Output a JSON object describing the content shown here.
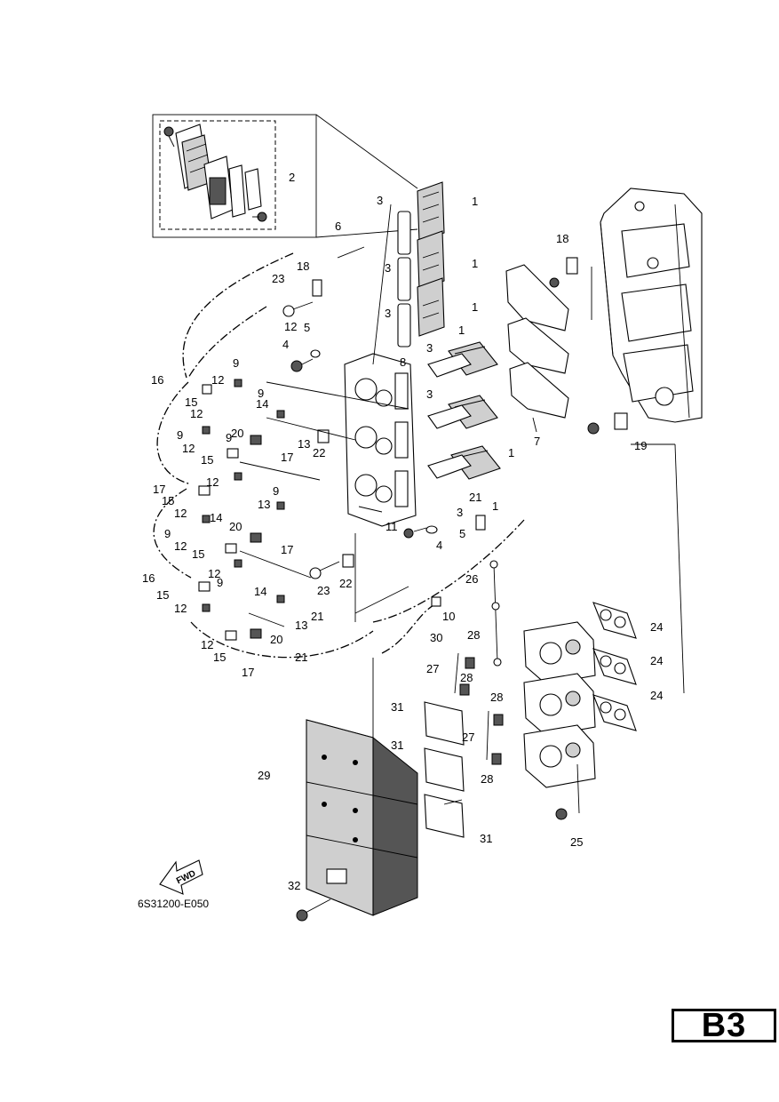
{
  "page": {
    "figure_code": "6S31200-E050",
    "page_marker": "B3",
    "fwd_label": "FWD"
  },
  "callouts": [
    "1",
    "1",
    "1",
    "1",
    "1",
    "1",
    "2",
    "3",
    "3",
    "3",
    "3",
    "3",
    "3",
    "4",
    "4",
    "5",
    "5",
    "6",
    "7",
    "8",
    "9",
    "9",
    "9",
    "9",
    "9",
    "9",
    "9",
    "10",
    "11",
    "12",
    "12",
    "12",
    "12",
    "12",
    "12",
    "12",
    "12",
    "12",
    "12",
    "13",
    "13",
    "13",
    "14",
    "14",
    "14",
    "15",
    "15",
    "15",
    "15",
    "15",
    "15",
    "16",
    "16",
    "17",
    "17",
    "17",
    "17",
    "18",
    "18",
    "19",
    "20",
    "20",
    "20",
    "21",
    "21",
    "21",
    "22",
    "22",
    "23",
    "23",
    "24",
    "24",
    "24",
    "25",
    "26",
    "27",
    "27",
    "28",
    "28",
    "28",
    "28",
    "29",
    "30",
    "31",
    "31",
    "31",
    "32"
  ]
}
